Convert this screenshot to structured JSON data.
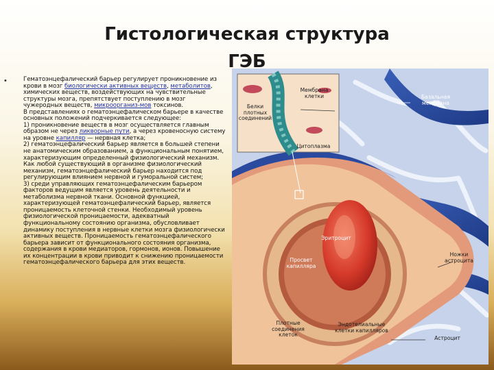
{
  "title": {
    "line1": "Гистологическая структура",
    "line2": "ГЭБ"
  },
  "bullet": "•",
  "text": {
    "p1_before": "Гематоэнцефалический барьер регулирует проникновение из крови в мозг ",
    "p1_link1": "биологически активных веществ",
    "p1_mid1": ", ",
    "p1_link2": "метаболитов",
    "p1_mid2": ", химических веществ, воздействующих на чувствительные структуры мозга, препятствует поступлению в мозг чужеродных веществ, ",
    "p1_link3": "микроорганиз-мов",
    "p1_after": " токсинов.",
    "p2": "В представлениях о гематоэнцефалическом барьере в качестве основных положений подчеркивается следующее:",
    "p3_before": " 1) проникновение веществ в мозг осуществляется главным образом не через ",
    "p3_link1": "ликворные пути",
    "p3_mid": ", а через кровеносную систему на уровне ",
    "p3_link2": "капилляр",
    "p3_after": " — нервная клетка;",
    "p4": " 2) гематоэнцефалический барьер является в большей степени не анатомическим образованием, а функциональным понятием, характеризующим определенный физиологический механизм. Как любой существующий в организме физиологический механизм, гематоэнцефалический барьер находится под регулирующим влиянием нервной и гуморальной систем;",
    "p5": " 3) среди управляющих гематоэнцефалическим барьером факторов ведущим является уровень деятельности и метаболизма нервной ткани. Основной функцией, характеризующей гематоэнцефалический барьер, является проницаемость клеточной стенки. Необходимый уровень физиологической проницаемости, адекватный функциональному состоянию организма, обусловливает динамику поступления в нервные клетки мозга физиологически активных веществ. Проницаемость гематоэнцефалического барьера зависит от функционального состояния организма, содержания в крови медиаторов, гормонов, ионов. Повышение их концентрации в крови приводит к снижению проницаемости гематоэнцефалического барьера для этих веществ."
  },
  "figure": {
    "labels": {
      "membrane_line1": "Мембрана",
      "membrane_line2": "клетки",
      "proteins_line1": "Белки",
      "proteins_line2": "плотных",
      "proteins_line3": "соединений",
      "cytoplasm": "Цитоплазма",
      "basal_line1": "Базальная",
      "basal_line2": "мембрана",
      "erythrocyte": "Эритроцит",
      "lumen_line1": "Просвет",
      "lumen_line2": "капилляра",
      "astro_feet_line1": "Ножки",
      "astro_feet_line2": "астроцита",
      "tight_line1": "Плотные",
      "tight_line2": "соединения",
      "tight_line3": "клеток",
      "endo_line1": "Эндотелиальные",
      "endo_line2": "клетки капилляров",
      "astrocyte": "Астроцит"
    }
  }
}
